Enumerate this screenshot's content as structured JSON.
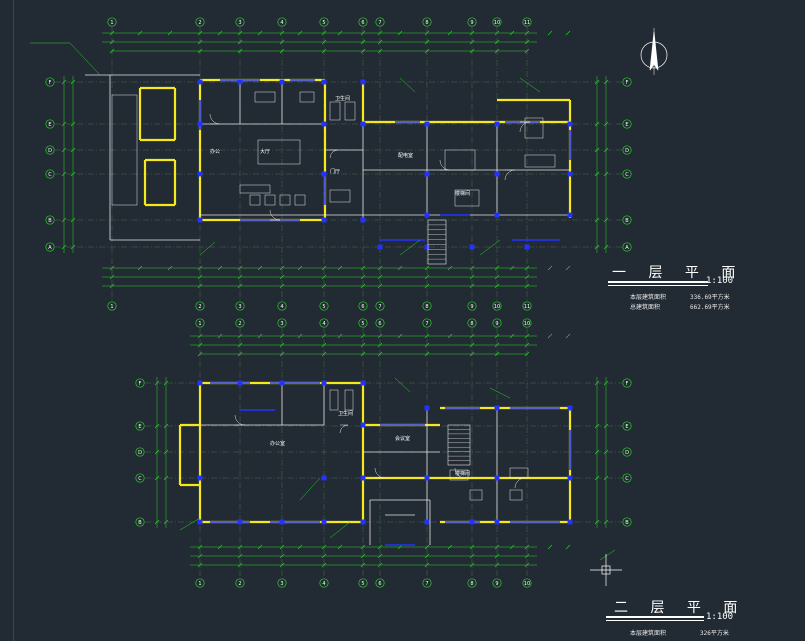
{
  "plan1": {
    "title": "一 层 平 面",
    "scale": "1:100",
    "area_label": "本层建筑面积",
    "area_value": "336.69平方米",
    "total_label": "总建筑面积",
    "total_value": "662.69平方米"
  },
  "plan2": {
    "title": "二 层 平 面",
    "scale": "1:100",
    "area_label": "本层建筑面积",
    "area_value": "326平方米"
  },
  "axes": {
    "columns": [
      "1",
      "2",
      "3",
      "4",
      "5",
      "6",
      "7",
      "8",
      "9",
      "10",
      "11"
    ],
    "rows": [
      "F",
      "E",
      "D",
      "C",
      "B",
      "A"
    ]
  },
  "rooms": {
    "plan1": [
      "大厅",
      "门厅",
      "办公",
      "卫生间",
      "楼梯间",
      "配电室"
    ],
    "plan2": [
      "办公室",
      "会议室",
      "卫生间",
      "楼梯间"
    ]
  },
  "colors": {
    "background": "#222a33",
    "dimension_green": "#2bd62b",
    "wall_yellow": "#f5e81c",
    "window_blue": "#2233ff",
    "line_white": "#e6e6e6"
  },
  "icons": {
    "north_arrow": "north-arrow-icon",
    "cursor": "crosshair-icon"
  }
}
